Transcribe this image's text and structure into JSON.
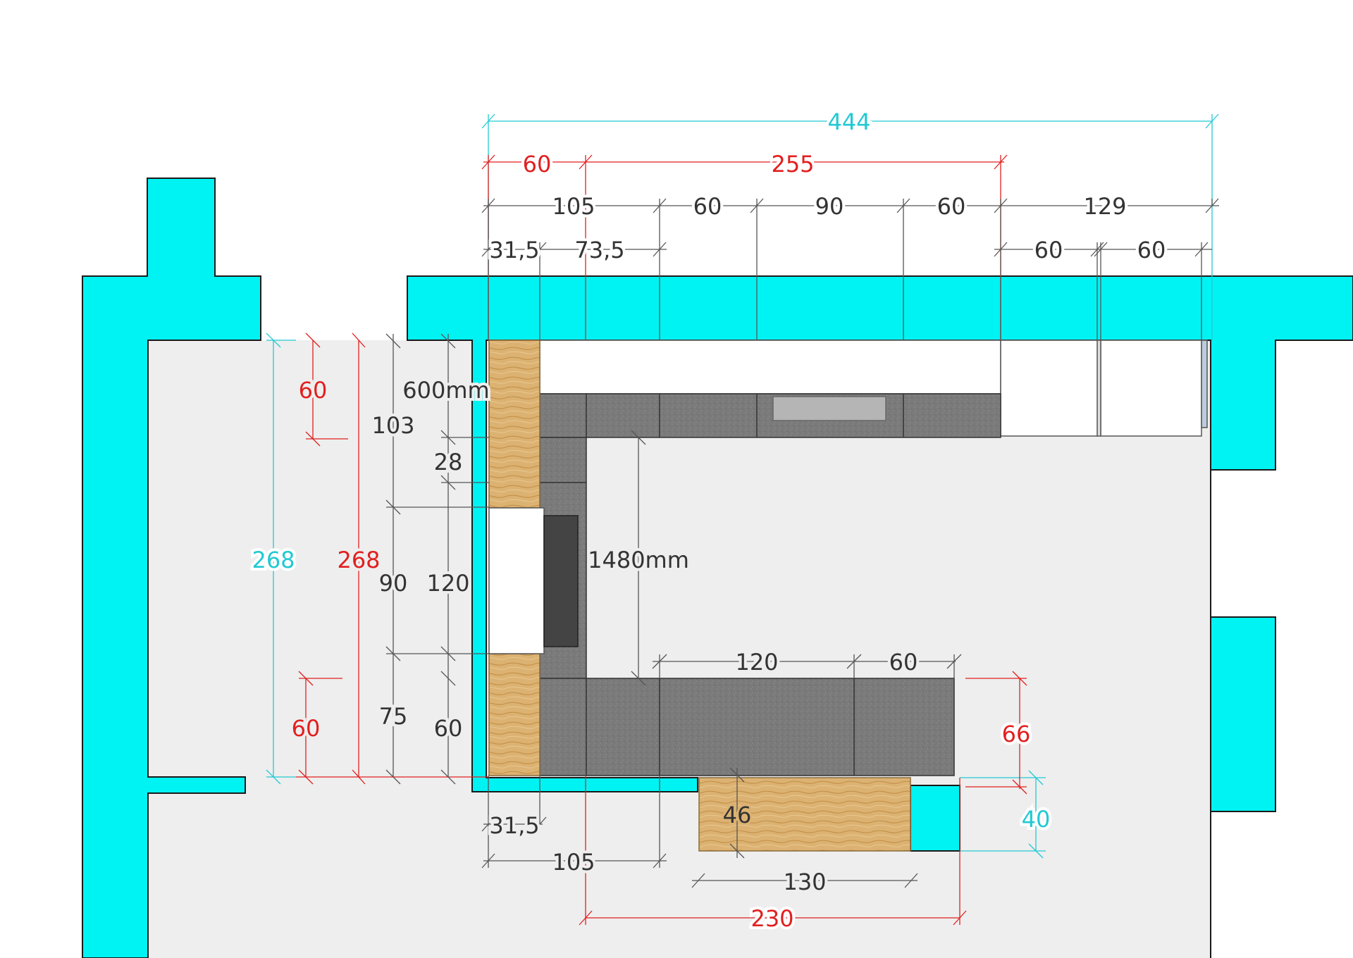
{
  "colors": {
    "wall": "#00f3f3",
    "floor": "#eeeeee",
    "counter": "#787878",
    "wood": "#dcb272",
    "cabinet": "#ffffff",
    "appliance": "#444444",
    "dim_black": "#333333",
    "dim_red": "#e21f1f",
    "dim_cyan": "#22c9d3"
  },
  "dimensions": {
    "top_total": "444",
    "top_red_60": "60",
    "top_red_255": "255",
    "row1_105": "105",
    "row1_60a": "60",
    "row1_90": "90",
    "row1_60b": "60",
    "row1_129": "129",
    "row2_31_5": "31,5",
    "row2_73_5": "73,5",
    "row2_60a": "60",
    "row2_60b": "60",
    "left_cyan_268": "268",
    "left_red_268": "268",
    "left_red_60_top": "60",
    "left_red_60_bottom": "60",
    "left_103": "103",
    "left_90": "90",
    "left_75": "75",
    "left_600mm": "600mm",
    "left_28": "28",
    "left_120": "120",
    "left_60": "60",
    "mid_1480mm": "1480mm",
    "island_120": "120",
    "island_60": "60",
    "right_red_66": "66",
    "right_cyan_40": "40",
    "bottom_46": "46",
    "bottom_31_5": "31,5",
    "bottom_105": "105",
    "bottom_130": "130",
    "bottom_red_230": "230"
  }
}
